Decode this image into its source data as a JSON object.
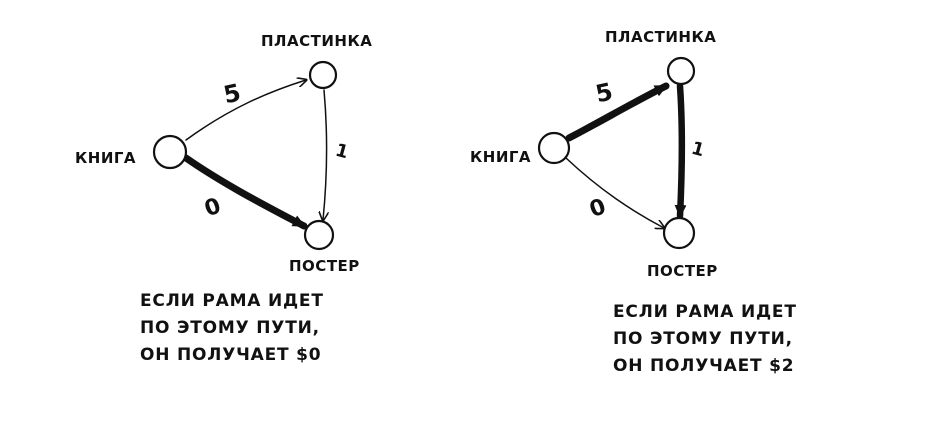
{
  "diagrams": [
    {
      "nodes": {
        "book": "КНИГА",
        "record": "ПЛАСТИНКА",
        "poster": "ПОСТЕР"
      },
      "edges": {
        "book_record": "5",
        "record_poster": "1",
        "book_poster": "0"
      },
      "highlighted_path": [
        "book",
        "poster"
      ],
      "caption": [
        "ЕСЛИ РАМА ИДЕТ",
        "ПО ЭТОМУ ПУТИ,",
        "ОН ПОЛУЧАЕТ $0"
      ]
    },
    {
      "nodes": {
        "book": "КНИГА",
        "record": "ПЛАСТИНКА",
        "poster": "ПОСТЕР"
      },
      "edges": {
        "book_record": "5",
        "record_poster": "1",
        "book_poster": "0"
      },
      "highlighted_path": [
        "book",
        "record",
        "poster"
      ],
      "caption": [
        "ЕСЛИ РАМА ИДЕТ",
        "ПО ЭТОМУ ПУТИ,",
        "ОН ПОЛУЧАЕТ $2"
      ]
    }
  ],
  "colors": {
    "ink": "#111111",
    "background": "#ffffff"
  }
}
